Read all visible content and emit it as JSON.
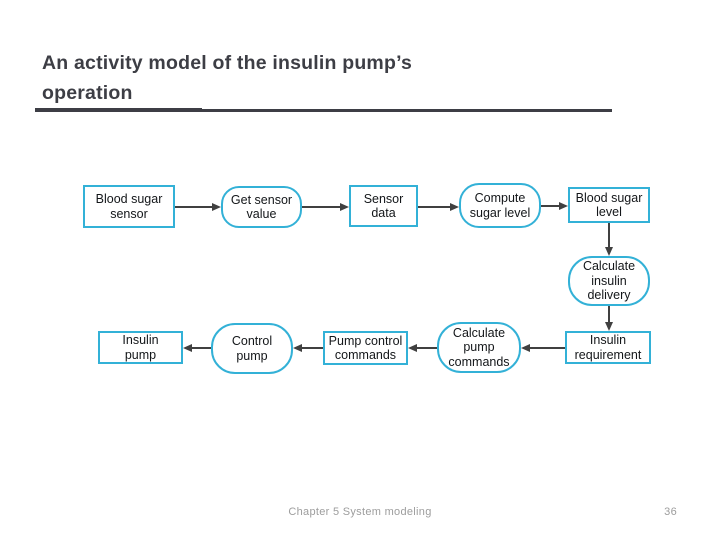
{
  "slide": {
    "title": "An activity model of the insulin pump’s\noperation",
    "footer": "Chapter 5 System modeling",
    "page_number": "36"
  },
  "colors": {
    "node_border": "#33b1d7",
    "node_text": "#131619",
    "title_text": "#3d3e45",
    "arrow": "#404040",
    "footer_text": "#9d9d9d",
    "background": "#ffffff"
  },
  "diagram": {
    "nodes": [
      {
        "id": "blood-sugar-sensor",
        "label": "Blood sugar\nsensor",
        "shape": "rect",
        "role": "object"
      },
      {
        "id": "get-sensor-value",
        "label": "Get sensor\nvalue",
        "shape": "rounded",
        "role": "activity"
      },
      {
        "id": "sensor-data",
        "label": "Sensor\ndata",
        "shape": "rect",
        "role": "object"
      },
      {
        "id": "compute-sugar-level",
        "label": "Compute\nsugar level",
        "shape": "rounded",
        "role": "activity"
      },
      {
        "id": "blood-sugar-level",
        "label": "Blood sugar\nlevel",
        "shape": "rect",
        "role": "object"
      },
      {
        "id": "calculate-insulin-delivery",
        "label": "Calculate\ninsulin\ndelivery",
        "shape": "rounded",
        "role": "activity"
      },
      {
        "id": "insulin-requirement",
        "label": "Insulin\nrequirement",
        "shape": "rect",
        "role": "object"
      },
      {
        "id": "calculate-pump-commands",
        "label": "Calculate\npump\ncommands",
        "shape": "rounded",
        "role": "activity"
      },
      {
        "id": "pump-control-commands",
        "label": "Pump control\ncommands",
        "shape": "rect",
        "role": "object"
      },
      {
        "id": "control-pump",
        "label": "Control\npump",
        "shape": "rounded",
        "role": "activity"
      },
      {
        "id": "insulin-pump",
        "label": "Insulin\npump",
        "shape": "rect",
        "role": "object"
      }
    ],
    "edges": [
      {
        "from": "blood-sugar-sensor",
        "to": "get-sensor-value",
        "direction": "right"
      },
      {
        "from": "get-sensor-value",
        "to": "sensor-data",
        "direction": "right"
      },
      {
        "from": "sensor-data",
        "to": "compute-sugar-level",
        "direction": "right"
      },
      {
        "from": "compute-sugar-level",
        "to": "blood-sugar-level",
        "direction": "right"
      },
      {
        "from": "blood-sugar-level",
        "to": "calculate-insulin-delivery",
        "direction": "down"
      },
      {
        "from": "calculate-insulin-delivery",
        "to": "insulin-requirement",
        "direction": "down"
      },
      {
        "from": "insulin-requirement",
        "to": "calculate-pump-commands",
        "direction": "left"
      },
      {
        "from": "calculate-pump-commands",
        "to": "pump-control-commands",
        "direction": "left"
      },
      {
        "from": "pump-control-commands",
        "to": "control-pump",
        "direction": "left"
      },
      {
        "from": "control-pump",
        "to": "insulin-pump",
        "direction": "left"
      }
    ]
  }
}
